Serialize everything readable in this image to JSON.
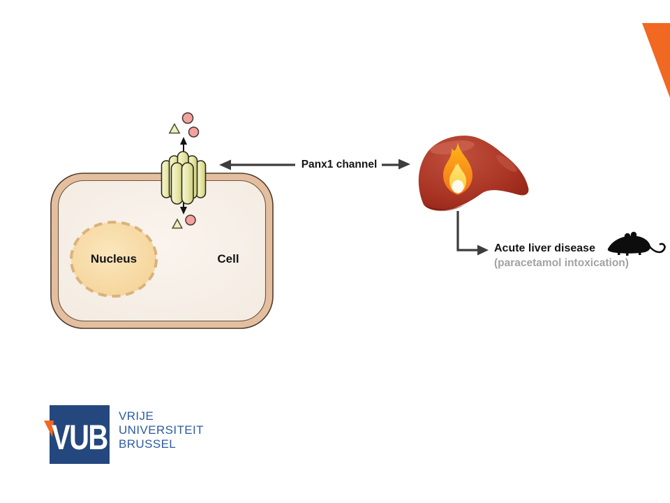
{
  "slide": {
    "background": "#ffffff"
  },
  "labels": {
    "channel": "Panx1 channel",
    "nucleus": "Nucleus",
    "cell": "Cell",
    "disease_title": "Acute liver disease",
    "disease_subtitle": "(paracetamol intoxication)"
  },
  "logo": {
    "acronym": "VUB",
    "name_lines": [
      "VRIJE",
      "UNIVERSITEIT",
      "BRUSSEL"
    ]
  },
  "icons": {
    "corner": "corner-accent-triangle",
    "channel": "panx1-channel-icon",
    "liver": "liver-icon",
    "flame": "flame-icon",
    "mouse": "mouse-icon",
    "vub_logo": "vub-logo"
  },
  "colors": {
    "accent_orange": "#f16822",
    "vub_blue": "#24477d",
    "vub_text_blue": "#2d5ba0",
    "liver_red": "#9c2818",
    "flame_orange": "#f4711d",
    "cell_membrane": "#e4bf9f",
    "cell_fill": "#f7f0e8",
    "nucleus_fill": "#f8dca8",
    "nucleus_dash": "#d9b27c",
    "channel_fill": "#e9e9ac",
    "particle_pink": "#f1a3a0",
    "subtitle_gray": "#a3a3a3",
    "arrow_gray": "#3d3d3d"
  }
}
